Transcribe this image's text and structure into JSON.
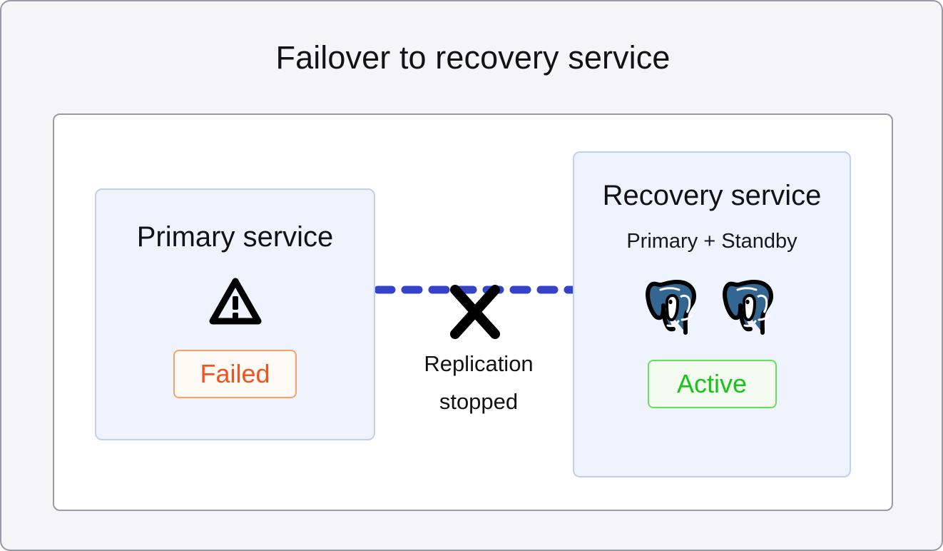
{
  "page": {
    "title": "Failover to recovery service",
    "background_color": "#f5f5f7",
    "panel_background_color": "#ffffff",
    "border_color": "#9a9aa6"
  },
  "primary_service": {
    "title": "Primary service",
    "icon": "warning-triangle-icon",
    "status_label": "Failed",
    "status_text_color": "#f4511e",
    "status_border_color": "#f6a264",
    "status_background_color": "#fefaf6",
    "card_background_color": "#eff3fd",
    "card_border_color": "#c3cef0"
  },
  "replication": {
    "label_line1": "Replication",
    "label_line2": "stopped",
    "line_style": "dashed",
    "line_color": "#3443c8",
    "break_icon": "x-cross-icon",
    "break_icon_color": "#000000"
  },
  "recovery_service": {
    "title": "Recovery service",
    "subtitle": "Primary + Standby",
    "nodes": [
      {
        "icon": "postgresql-elephant-icon",
        "role": "Primary"
      },
      {
        "icon": "postgresql-elephant-icon",
        "role": "Standby"
      }
    ],
    "node_icon_color": "#336791",
    "status_label": "Active",
    "status_text_color": "#19c419",
    "status_border_color": "#69dd5e",
    "status_background_color": "#f4fcf2",
    "card_background_color": "#eff3fd",
    "card_border_color": "#c3cef0"
  }
}
